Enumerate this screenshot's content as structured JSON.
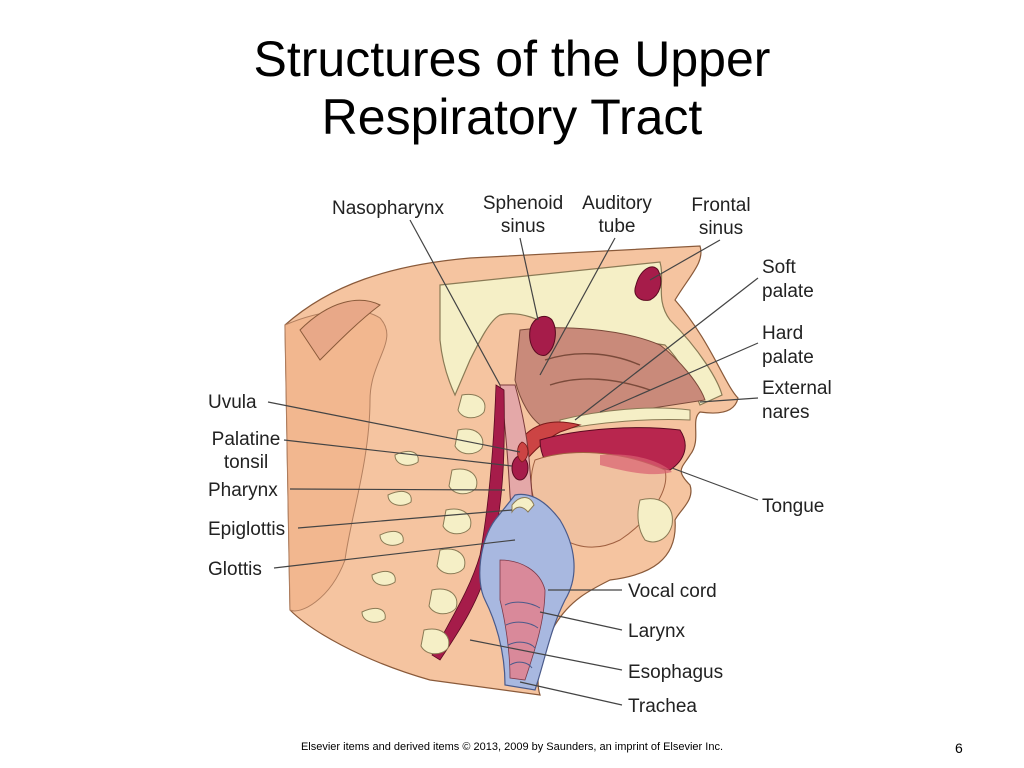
{
  "slide": {
    "title_line1": "Structures of the Upper",
    "title_line2": "Respiratory Tract",
    "footer": "Elsevier items and derived items © 2013, 2009 by Saunders, an imprint of Elsevier Inc.",
    "page_number": "6"
  },
  "labels": {
    "nasopharynx": "Nasopharynx",
    "sphenoid_1": "Sphenoid",
    "sphenoid_2": "sinus",
    "auditory_1": "Auditory",
    "auditory_2": "tube",
    "frontal_1": "Frontal",
    "frontal_2": "sinus",
    "soft_1": "Soft",
    "soft_2": "palate",
    "hard_1": "Hard",
    "hard_2": "palate",
    "external_1": "External",
    "external_2": "nares",
    "tongue": "Tongue",
    "uvula": "Uvula",
    "palatine_1": "Palatine",
    "palatine_2": "tonsil",
    "pharynx": "Pharynx",
    "epiglottis": "Epiglottis",
    "glottis": "Glottis",
    "vocal_cord": "Vocal cord",
    "larynx": "Larynx",
    "esophagus": "Esophagus",
    "trachea": "Trachea"
  },
  "colors": {
    "skin": "#f5c4a0",
    "skin_light": "#fbdcc4",
    "bone": "#f5efc6",
    "bone_outline": "#8a7a55",
    "sinus": "#a61c4a",
    "mucosa": "#e4a8a8",
    "airway_blue": "#a8b8e0",
    "leader_line": "#444444"
  }
}
